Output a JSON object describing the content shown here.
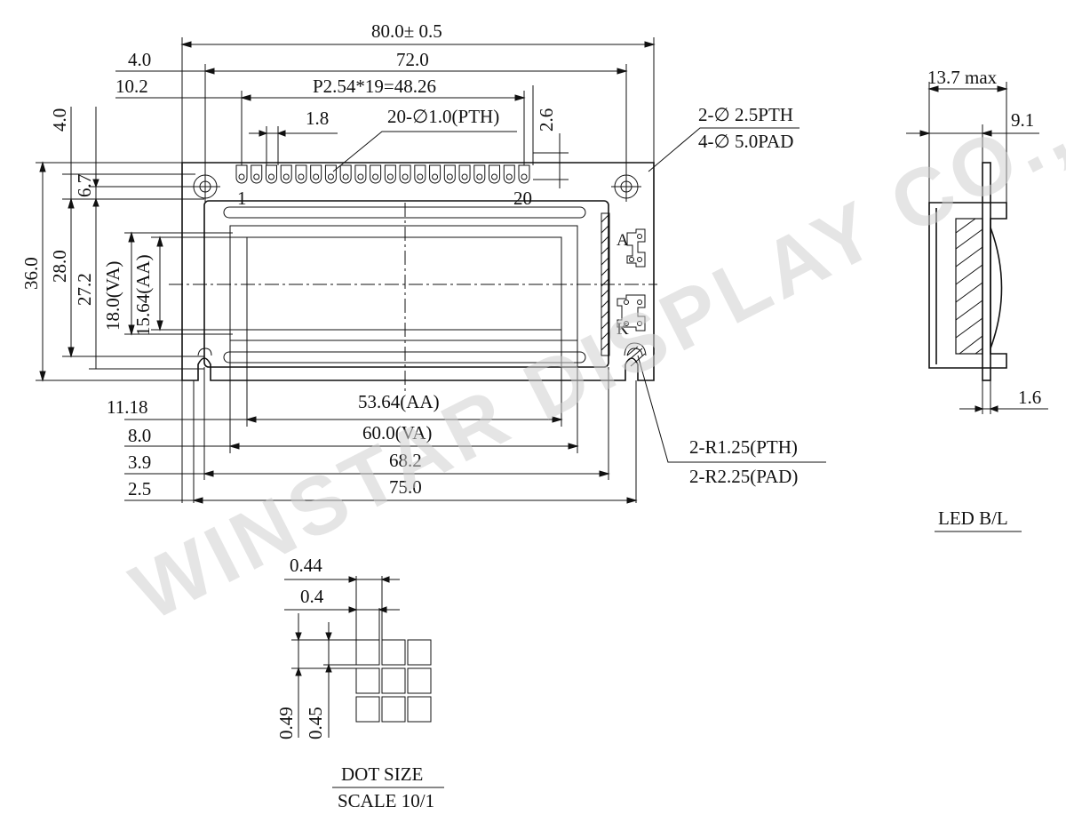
{
  "watermark": "WINSTAR DISPLAY CO., LTD.",
  "front_view": {
    "top_dims": {
      "overall_width": "80.0± 0.5",
      "hole_pitch": "72.0",
      "pin_span": "P2.54*19=48.26",
      "pin_width": "1.8",
      "pin_hole": "20-∅1.0(PTH)",
      "left_offset_1": "4.0",
      "left_offset_2": "10.2",
      "right_offset": "2.6"
    },
    "mount_holes": {
      "pth": "2-∅ 2.5PTH",
      "pad": "4-∅ 5.0PAD"
    },
    "pin_labels": {
      "first": "1",
      "last": "20"
    },
    "left_dims": {
      "top_margin": "4.0",
      "pin_row": "6.7",
      "overall_height": "36.0",
      "height_28": "28.0",
      "height_27": "27.2",
      "va_height": "18.0(VA)",
      "aa_height": "15.64(AA)"
    },
    "backlight_pins": {
      "anode": "A",
      "cathode": "K"
    },
    "bottom_dims": {
      "aa_width": "53.64(AA)",
      "va_width": "60.0(VA)",
      "bezel_width": "68.2",
      "overall_width": "75.0",
      "offset_1": "11.18",
      "offset_2": "8.0",
      "offset_3": "3.9",
      "offset_4": "2.5"
    },
    "corner_radius": {
      "pth": "2-R1.25(PTH)",
      "pad": "2-R2.25(PAD)"
    }
  },
  "side_view": {
    "max_thickness": "13.7 max",
    "thickness_2": "9.1",
    "pcb_thickness": "1.6",
    "caption": "LED B/L"
  },
  "dot_detail": {
    "pitch_x": "0.44",
    "dot_x": "0.4",
    "pitch_y": "0.49",
    "dot_y": "0.45",
    "caption_top": "DOT SIZE",
    "caption_bottom": "SCALE 10/1"
  }
}
